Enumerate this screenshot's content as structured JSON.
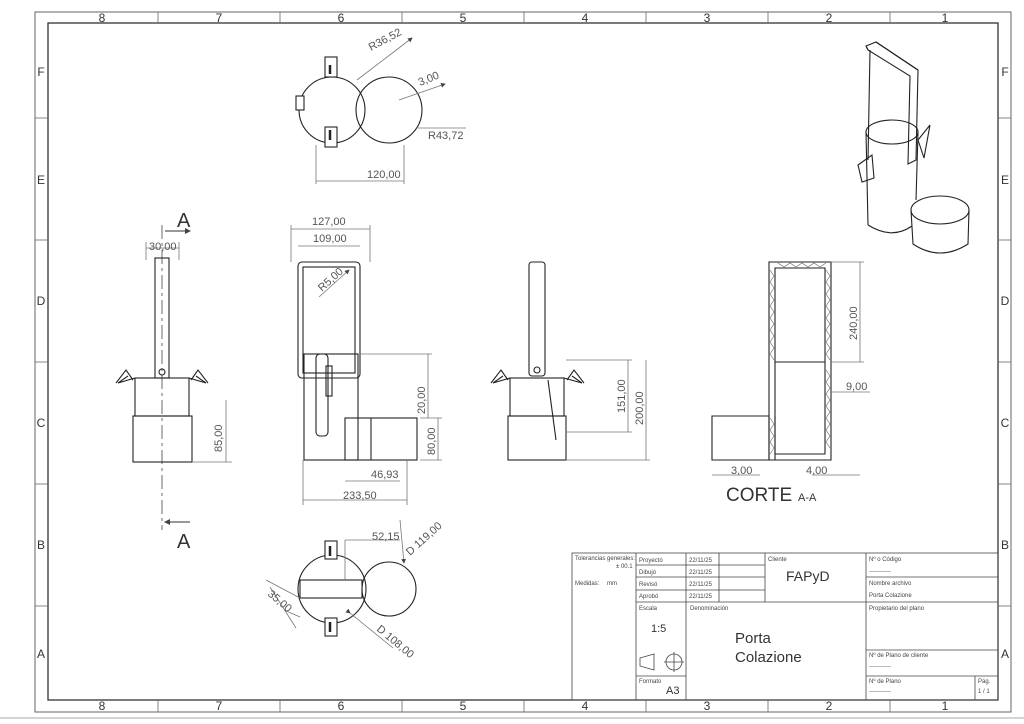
{
  "zones": {
    "columns": [
      "8",
      "7",
      "6",
      "5",
      "4",
      "3",
      "2",
      "1"
    ],
    "rows": [
      "F",
      "E",
      "D",
      "C",
      "B",
      "A"
    ]
  },
  "top_view": {
    "r_outer": "R36,52",
    "thick": "3,00",
    "r_inner": "R43,72",
    "width": "120,00"
  },
  "side_view": {
    "section_label": "A",
    "width": "30,00",
    "height": "85,00"
  },
  "front_view": {
    "w_outer": "127,00",
    "w_inner": "109,00",
    "fillet": "R5,00",
    "h1": "20,00",
    "h2": "80,00",
    "offset": "46,93",
    "total": "233,50"
  },
  "right_view": {
    "h1": "151,00",
    "h2": "200,00"
  },
  "section_view": {
    "h": "240,00",
    "t1": "9,00",
    "t2": "3,00",
    "t3": "4,00",
    "title": "CORTE",
    "sub": "A-A"
  },
  "bottom_view": {
    "d1": "D 119,00",
    "w": "52,15",
    "r": "35,00",
    "d2": "D 108,00"
  },
  "title_block": {
    "tolerances_label": "Tolerancias generales:",
    "tolerance_value": "± 00.1",
    "units_label": "Medidas:",
    "units_value": "mm",
    "rows": [
      {
        "role": "Proyectó",
        "date": "22/11/25"
      },
      {
        "role": "Dibujó",
        "date": "22/11/25"
      },
      {
        "role": "Revisó",
        "date": "22/11/25"
      },
      {
        "role": "Aprobó",
        "date": "22/11/25"
      }
    ],
    "client_label": "Cliente",
    "client": "FAPyD",
    "code_label": "Nº o Código",
    "code_value": "-----------",
    "file_label": "Nombre archivo",
    "file_value": "Porta Colazione",
    "owner_label": "Propietario del plano",
    "scale_label": "Escala",
    "scale": "1:5",
    "denomination_label": "Denominación",
    "title_line1": "Porta",
    "title_line2": "Colazione",
    "client_plan_label": "Nº de Plano de cliente",
    "client_plan_value": "-----------",
    "format_label": "Formato",
    "format": "A3",
    "plan_label": "Nº de Plano",
    "plan_value": "-----------",
    "page_label": "Pág.",
    "page_value": "1 / 1"
  }
}
